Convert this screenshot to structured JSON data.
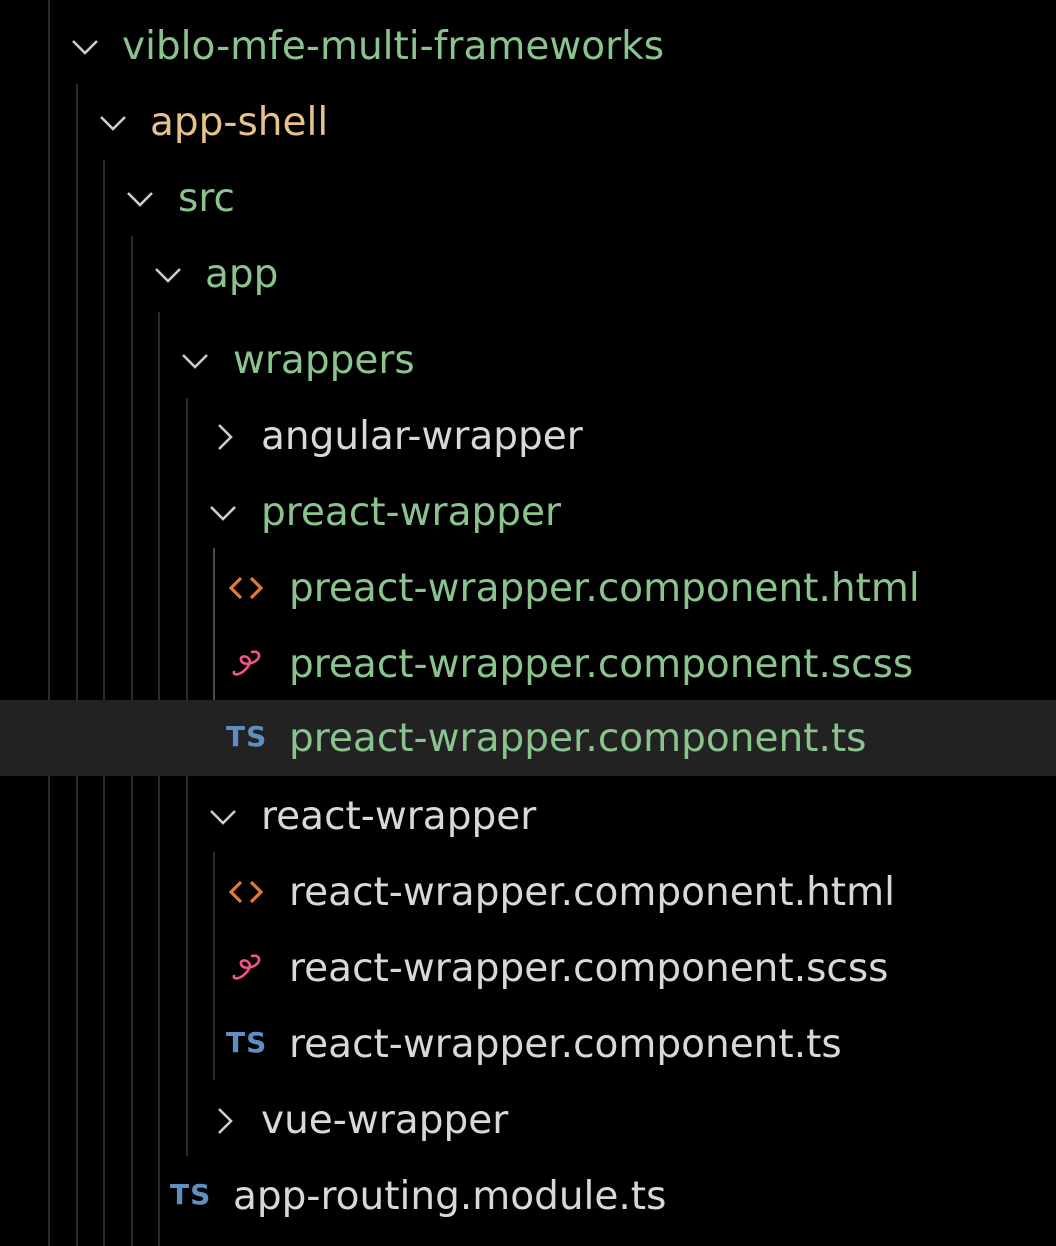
{
  "explorer": {
    "items": [
      {
        "label": "viblo-mfe-multi-frameworks",
        "type": "folder",
        "expanded": true,
        "depth": 0,
        "color": "#8ac38e"
      },
      {
        "label": "app-shell",
        "type": "folder",
        "expanded": true,
        "depth": 1,
        "color": "#e6c18c"
      },
      {
        "label": "src",
        "type": "folder",
        "expanded": true,
        "depth": 2,
        "color": "#8ac38e"
      },
      {
        "label": "app",
        "type": "folder",
        "expanded": true,
        "depth": 3,
        "color": "#8ac38e"
      },
      {
        "label": "wrappers",
        "type": "folder",
        "expanded": true,
        "depth": 4,
        "color": "#8ac38e"
      },
      {
        "label": "angular-wrapper",
        "type": "folder",
        "expanded": false,
        "depth": 5,
        "color": "#d8d8d8"
      },
      {
        "label": "preact-wrapper",
        "type": "folder",
        "expanded": true,
        "depth": 5,
        "color": "#8ac38e"
      },
      {
        "label": "preact-wrapper.component.html",
        "type": "file",
        "icon": "html-icon",
        "depth": 6,
        "color": "#8ac38e"
      },
      {
        "label": "preact-wrapper.component.scss",
        "type": "file",
        "icon": "sass-icon",
        "depth": 6,
        "color": "#8ac38e"
      },
      {
        "label": "preact-wrapper.component.ts",
        "type": "file",
        "icon": "typescript-icon",
        "icon_text": "TS",
        "depth": 6,
        "color": "#8ac38e",
        "selected": true
      },
      {
        "label": "react-wrapper",
        "type": "folder",
        "expanded": true,
        "depth": 5,
        "color": "#d8d8d8"
      },
      {
        "label": "react-wrapper.component.html",
        "type": "file",
        "icon": "html-icon",
        "depth": 6,
        "color": "#d8d8d8"
      },
      {
        "label": "react-wrapper.component.scss",
        "type": "file",
        "icon": "sass-icon",
        "depth": 6,
        "color": "#d8d8d8"
      },
      {
        "label": "react-wrapper.component.ts",
        "type": "file",
        "icon": "typescript-icon",
        "icon_text": "TS",
        "depth": 6,
        "color": "#d8d8d8"
      },
      {
        "label": "vue-wrapper",
        "type": "folder",
        "expanded": false,
        "depth": 5,
        "color": "#d8d8d8"
      },
      {
        "label": "app-routing.module.ts",
        "type": "file",
        "icon": "typescript-icon",
        "icon_text": "TS",
        "depth": 4,
        "color": "#d8d8d8"
      }
    ]
  },
  "colors": {
    "background": "#000000",
    "selected_row": "#222222",
    "guide": "#2b2b2b",
    "html_icon": "#e37933",
    "sass_icon": "#f55385",
    "ts_icon": "#5d8fc2",
    "chevron": "#cccccc"
  }
}
